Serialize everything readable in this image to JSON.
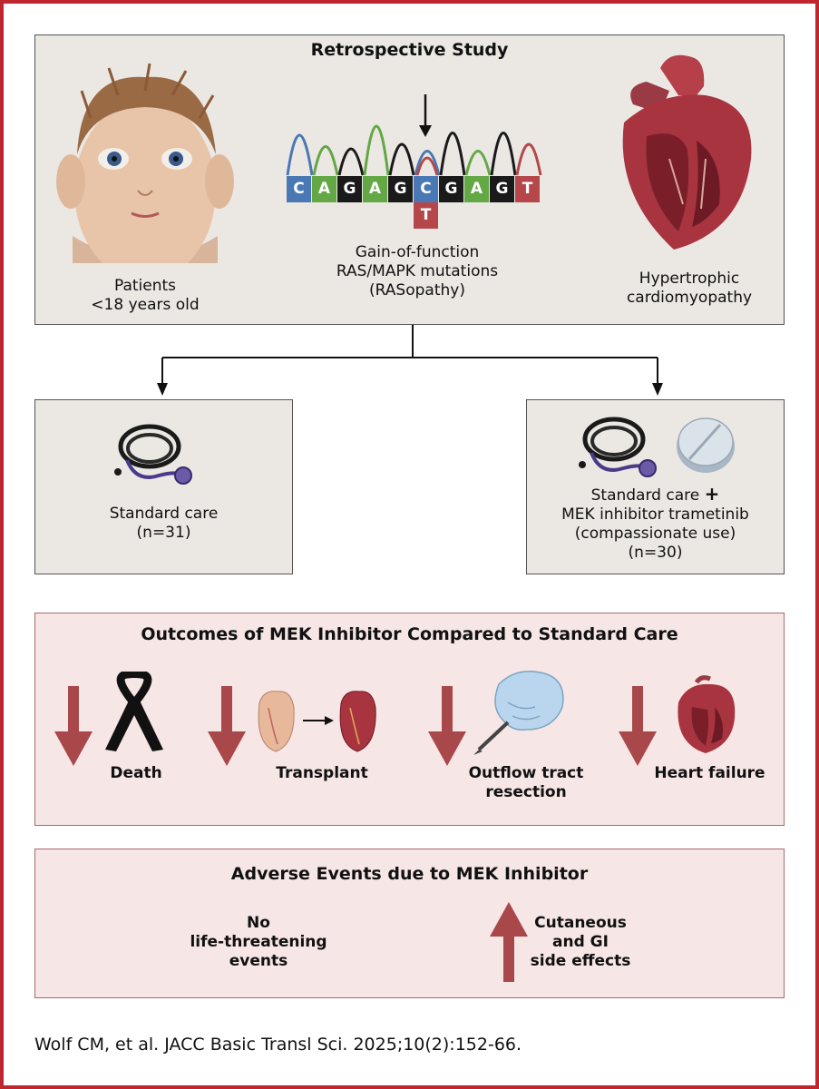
{
  "study": {
    "title": "Retrospective Study",
    "patients_label_line1": "Patients",
    "patients_label_line2": "<18 years old",
    "mutation_line1": "Gain-of-function",
    "mutation_line2": "RAS/MAPK mutations",
    "mutation_line3": "(RASopathy)",
    "hcm_line1": "Hypertrophic",
    "hcm_line2": "cardiomyopathy",
    "sequence": [
      "C",
      "A",
      "G",
      "A",
      "G",
      "C",
      "G",
      "A",
      "G",
      "T"
    ],
    "mutant_base": "T",
    "base_colors": {
      "C": "#4a78b4",
      "A": "#63a845",
      "G": "#1a1a1a",
      "T": "#b5474a"
    }
  },
  "arms": {
    "standard": {
      "line1": "Standard care",
      "line2": "(n=31)"
    },
    "mek": {
      "line1": "Standard care",
      "plus": "+",
      "line2": "MEK inhibitor trametinib",
      "line3": "(compassionate use)",
      "line4": "(n=30)"
    }
  },
  "outcomes": {
    "title": "Outcomes of MEK Inhibitor Compared to Standard Care",
    "items": [
      {
        "label": "Death",
        "icon": "ribbon-icon"
      },
      {
        "label": "Transplant",
        "icon": "heart-transplant-icon"
      },
      {
        "label_line1": "Outflow tract",
        "label_line2": "resection",
        "icon": "scalpel-hand-icon"
      },
      {
        "label": "Heart failure",
        "icon": "heart-icon"
      }
    ]
  },
  "adverse": {
    "title": "Adverse Events due to MEK Inhibitor",
    "left_line1": "No",
    "left_line2": "life-threatening",
    "left_line3": "events",
    "right_line1": "Cutaneous",
    "right_line2": "and GI",
    "right_line3": "side effects"
  },
  "citation": "Wolf CM, et al. JACC Basic Transl Sci. 2025;10(2):152-66.",
  "colors": {
    "border": "#c0262d",
    "arrow": "#a8484b",
    "panel": "#ebe8e4",
    "panel_pink": "#f6e6e5"
  }
}
